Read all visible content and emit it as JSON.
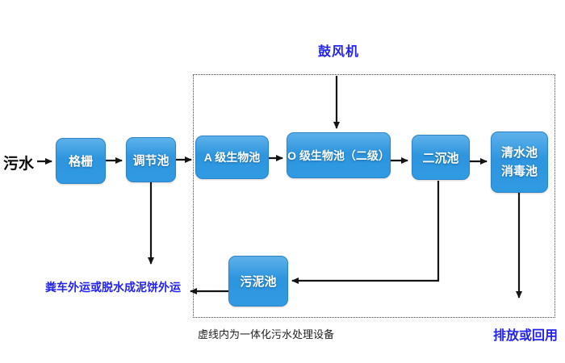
{
  "diagram": {
    "type": "flowchart",
    "subject": "integrated-wastewater-treatment-process"
  },
  "labels": {
    "source": "污水",
    "blower": "鼓风机",
    "sludge_disposal": "粪车外运或脱水成泥饼外运",
    "equipment_note": "虚线内为一体化污水处理设备",
    "discharge": "排放或回用"
  },
  "nodes": {
    "grid": {
      "label": "格栅"
    },
    "regulating_tank": {
      "label": "调节池"
    },
    "a_bio_tank": {
      "label": "A 级生物池"
    },
    "o_bio_tank": {
      "label": "O 级生物池（二级）"
    },
    "secondary_sedimentation_tank": {
      "label": "二沉池"
    },
    "clear_water_tank": {
      "label_line1": "清水池",
      "label_line2": "消毒池"
    },
    "sludge_tank": {
      "label": "污泥池"
    }
  },
  "edges": [
    {
      "from": "污水",
      "to": "格栅"
    },
    {
      "from": "格栅",
      "to": "调节池"
    },
    {
      "from": "调节池",
      "to": "A 级生物池"
    },
    {
      "from": "A 级生物池",
      "to": "O 级生物池（二级）"
    },
    {
      "from": "O 级生物池（二级）",
      "to": "二沉池"
    },
    {
      "from": "二沉池",
      "to": "清水池 消毒池"
    },
    {
      "from": "鼓风机",
      "to": "O 级生物池（二级）"
    },
    {
      "from": "调节池",
      "to": "粪车外运或脱水成泥饼外运"
    },
    {
      "from": "清水池 消毒池",
      "to": "排放或回用"
    },
    {
      "from": "二沉池",
      "to": "污泥池"
    },
    {
      "from": "污泥池",
      "to": "粪车外运或脱水成泥饼外运"
    }
  ],
  "colors": {
    "box_fill": "#2f97e0",
    "box_border": "#2d83c6",
    "box_text": "#ffffff",
    "accent_blue_text": "#2323f0",
    "line_color": "#141414",
    "boundary_color": "#444444"
  }
}
